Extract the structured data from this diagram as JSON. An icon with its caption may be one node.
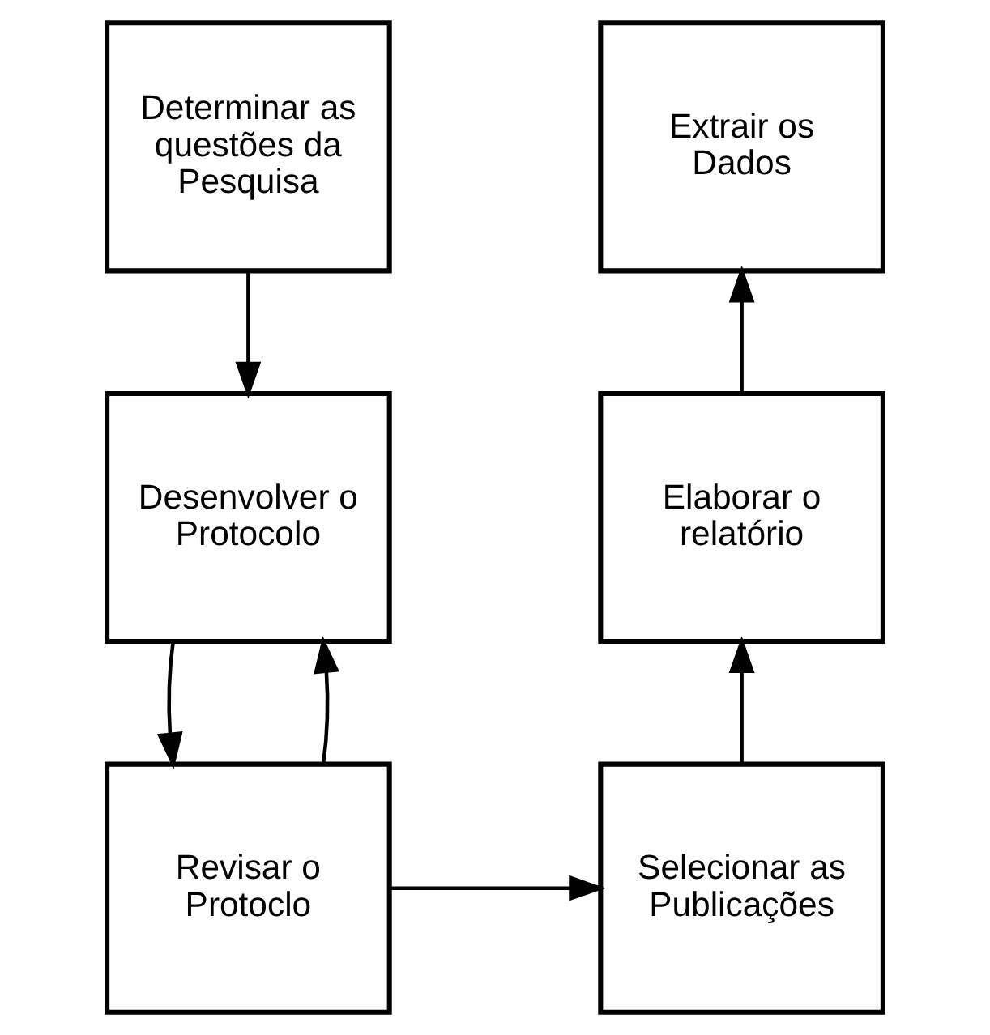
{
  "diagram": {
    "nodes": [
      {
        "text": [
          "Determinar as questões da Pesquisa"
        ]
      },
      {
        "text": [
          "Desenvolver o Protocolo"
        ]
      },
      {
        "text": [
          "Revisar o Protoclo"
        ]
      },
      {
        "text": [
          "Selecionar as Publicações"
        ]
      },
      {
        "text": [
          "Elaborar o relatório"
        ]
      },
      {
        "text": [
          "Extrair os Dados"
        ]
      }
    ],
    "edges": [
      {
        "from": 0,
        "to": 1,
        "arrow": "to"
      },
      {
        "from": 1,
        "to": 2,
        "arrow": "to"
      },
      {
        "from": 2,
        "to": 1,
        "arrow": "to"
      },
      {
        "from": 2,
        "to": 3,
        "arrow": "to"
      },
      {
        "from": 3,
        "to": 4,
        "arrow": "to"
      },
      {
        "from": 4,
        "to": 5,
        "arrow": "to"
      }
    ]
  }
}
